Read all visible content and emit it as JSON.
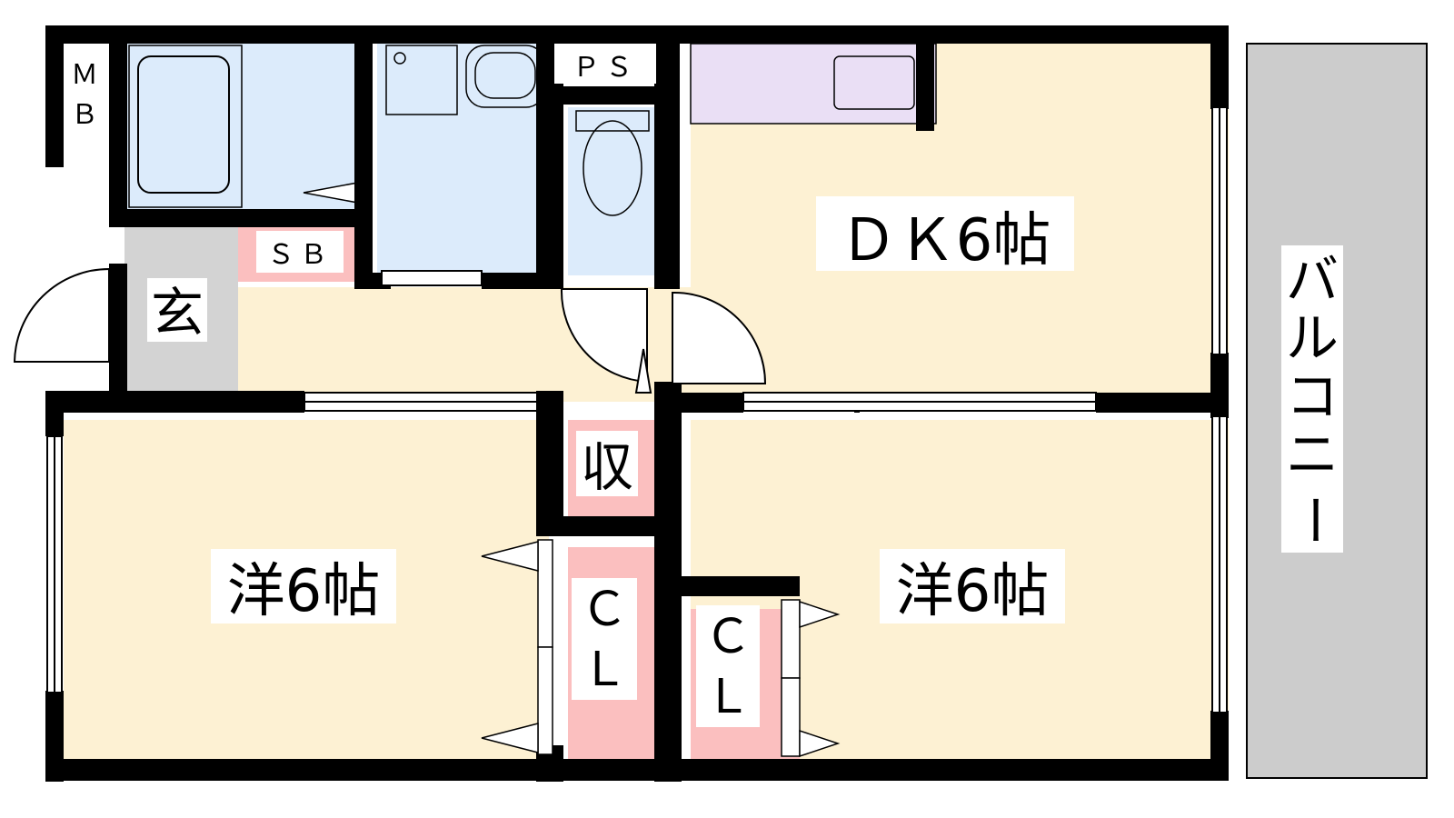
{
  "rooms": {
    "mb": {
      "line1": "Ｍ",
      "line2": "Ｂ"
    },
    "ps": "ＰＳ",
    "sb": "ＳＢ",
    "genkan": "玄",
    "dk": "ＤＫ6帖",
    "storage": "収",
    "western_left": "洋6帖",
    "western_right": "洋6帖",
    "closet_left": {
      "line1": "Ｃ",
      "line2": "Ｌ"
    },
    "closet_right": {
      "line1": "Ｃ",
      "line2": "Ｌ"
    },
    "balcony": [
      "バ",
      "ル",
      "コ",
      "ニ",
      "ー"
    ]
  },
  "colors": {
    "wall": "#000000",
    "living_floor": "#fdf1d3",
    "wet_area": "#dcebfb",
    "storage": "#fbbfbf",
    "kitchen_counter": "#eadff5",
    "entrance": "#d3d3d3",
    "balcony": "#cccccc"
  }
}
